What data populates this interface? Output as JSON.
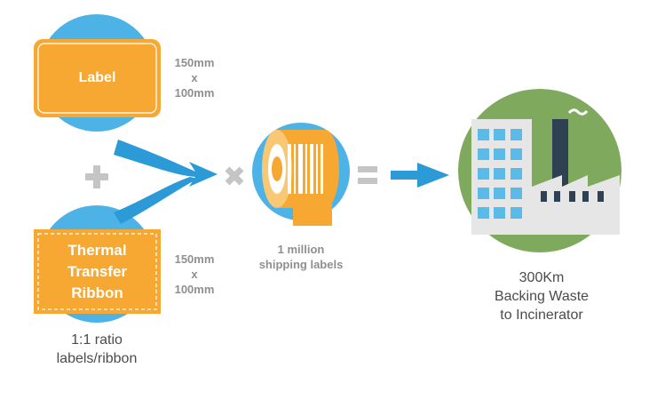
{
  "colors": {
    "blue": "#4db3e6",
    "arrow_blue": "#2b9ad6",
    "orange": "#f7a832",
    "operator_gray": "#c5c5c5",
    "green": "#7fa95d",
    "factory_gray": "#e6e6e6",
    "chimney_dark": "#2e4152"
  },
  "icons": {
    "label": "label-card-icon",
    "ribbon": "ribbon-card-icon",
    "roll": "label-roll-icon",
    "factory": "factory-icon",
    "plus": "plus-icon",
    "times": "times-icon",
    "equals": "equals-icon",
    "arrow": "arrow-right-icon"
  },
  "label_box": {
    "text": "Label"
  },
  "ribbon_box": {
    "lines": [
      "Thermal",
      "Transfer",
      "Ribbon"
    ]
  },
  "label_dims": {
    "lines": [
      "150mm",
      "x",
      "100mm"
    ]
  },
  "ribbon_dims": {
    "lines": [
      "150mm",
      "x",
      "100mm"
    ]
  },
  "roll_caption": {
    "lines": [
      "1 million",
      "shipping labels"
    ]
  },
  "ratio_caption": {
    "lines": [
      "1:1 ratio",
      "labels/ribbon"
    ]
  },
  "result_caption": {
    "lines": [
      "300Km",
      "Backing Waste",
      "to Incinerator"
    ]
  }
}
